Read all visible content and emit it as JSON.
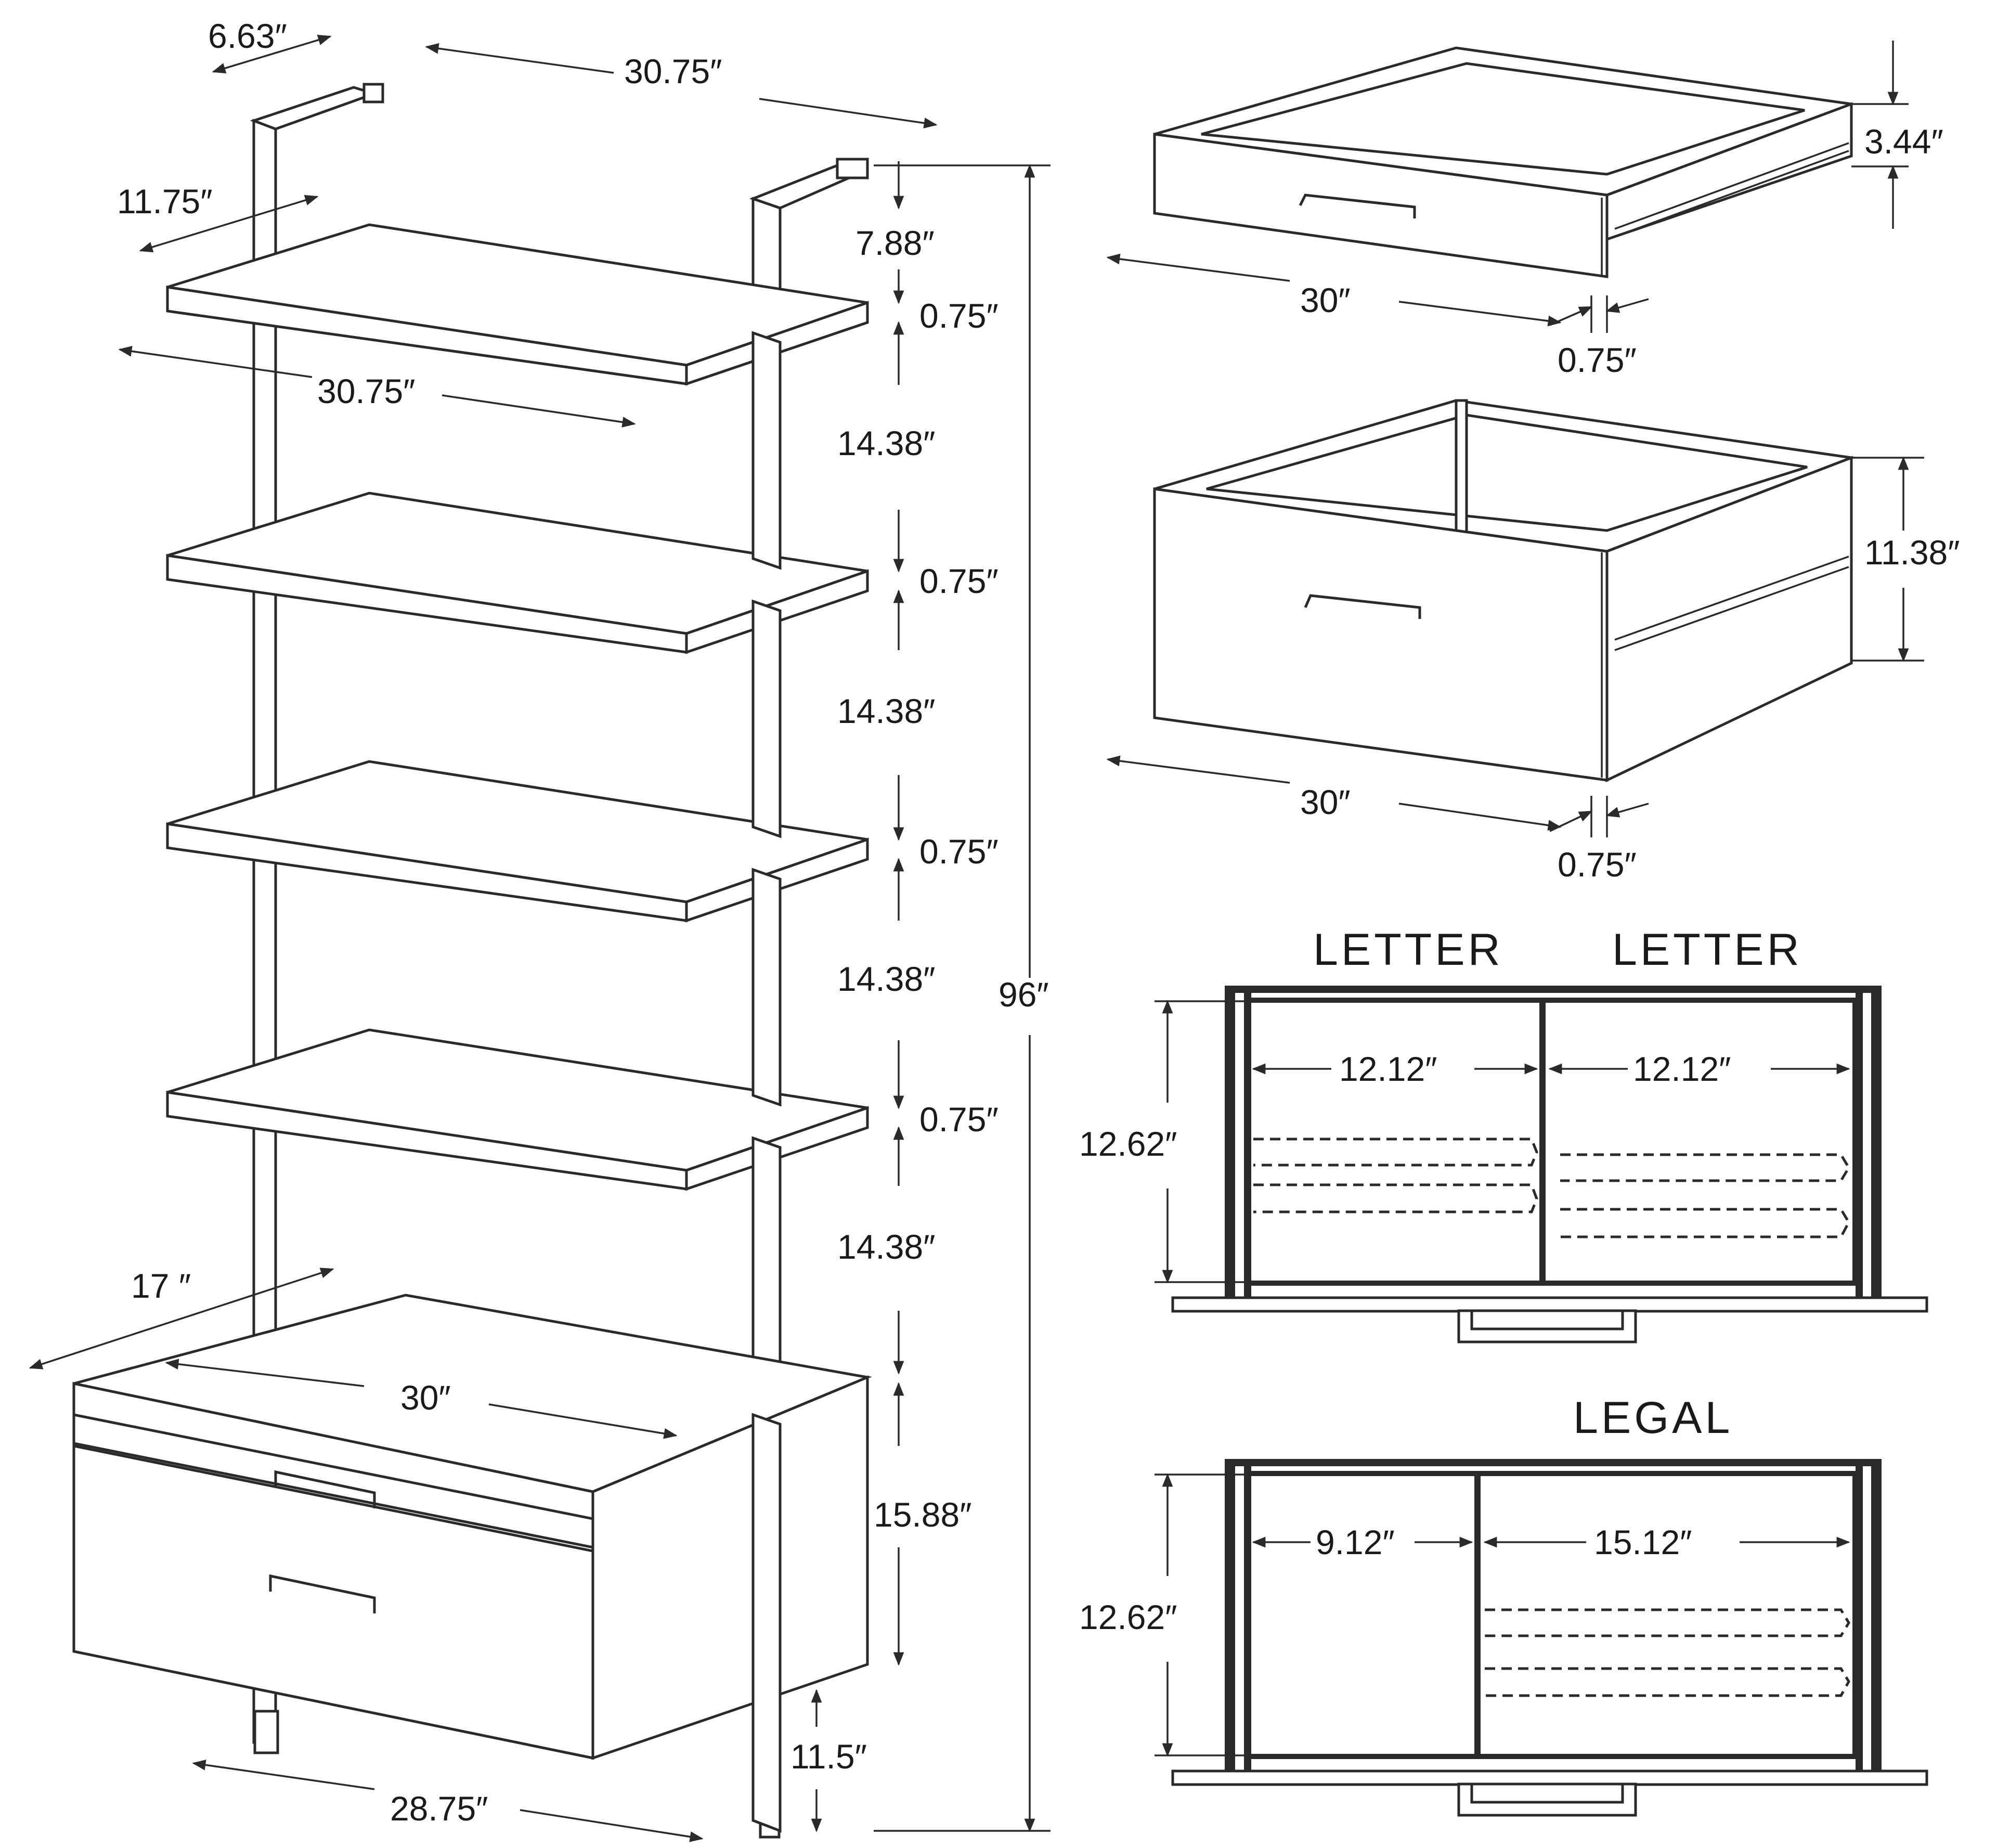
{
  "shelf_unit": {
    "top_depth": "6.63″",
    "top_width": "30.75″",
    "upright_depth": "11.75″",
    "top_gap": "7.88″",
    "shelf_width": "30.75″",
    "shelf_thickness_1": "0.75″",
    "shelf_thickness_2": "0.75″",
    "shelf_thickness_3": "0.75″",
    "shelf_thickness_4": "0.75″",
    "shelf_spacing_1": "14.38″",
    "shelf_spacing_2": "14.38″",
    "shelf_spacing_3": "14.38″",
    "shelf_spacing_4": "14.38″",
    "total_height": "96″",
    "cabinet_depth": "17 ″",
    "cabinet_width": "30″",
    "cabinet_height": "15.88″",
    "leg_height": "11.5″",
    "base_width": "28.75″"
  },
  "small_drawer": {
    "height": "3.44″",
    "width": "30″",
    "front_thickness": "0.75″"
  },
  "large_drawer": {
    "height": "11.38″",
    "width": "30″",
    "front_thickness": "0.75″"
  },
  "letter_layout": {
    "label_left": "LETTER",
    "label_right": "LETTER",
    "depth": "12.62″",
    "left_width": "12.12″",
    "right_width": "12.12″"
  },
  "legal_layout": {
    "label": "LEGAL",
    "depth": "12.62″",
    "left_width": "9.12″",
    "right_width": "15.12″"
  }
}
